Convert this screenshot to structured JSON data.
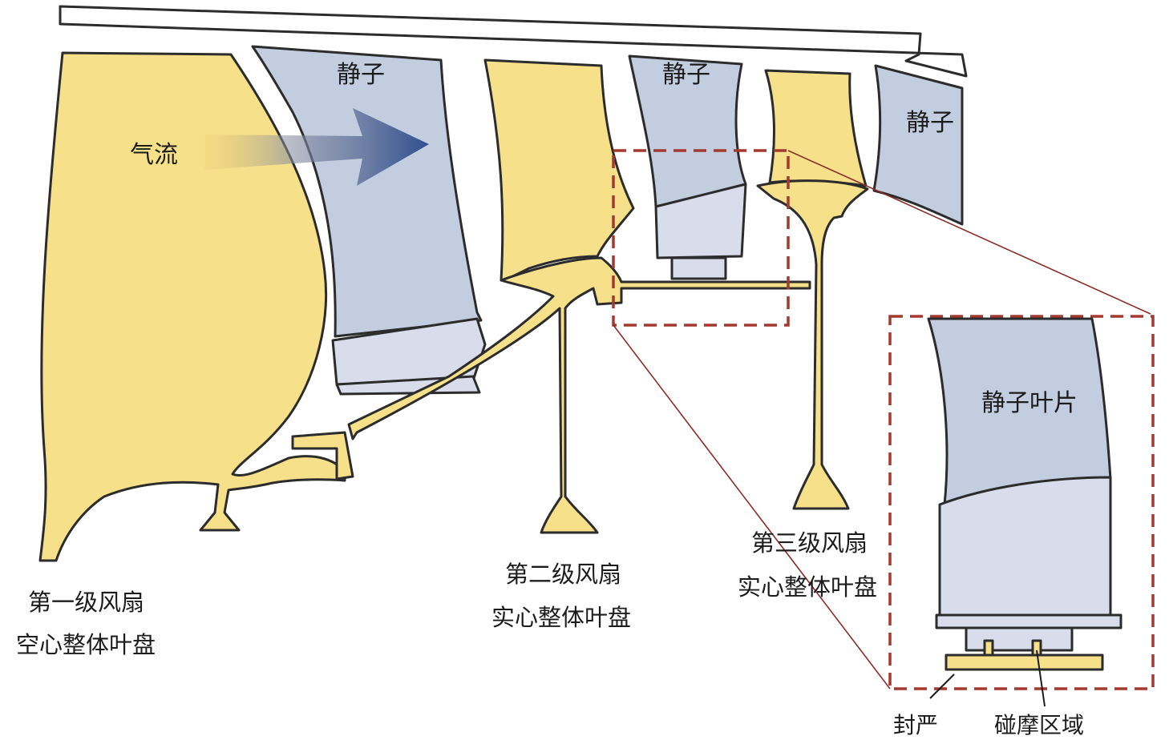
{
  "labels": {
    "airflow": "气流",
    "stator_1": "静子",
    "stator_2": "静子",
    "stator_3": "静子",
    "fan_stage1_line1": "第一级风扇",
    "fan_stage1_line2": "空心整体叶盘",
    "fan_stage2_line1": "第二级风扇",
    "fan_stage2_line2": "实心整体叶盘",
    "fan_stage3_line1": "第三级风扇",
    "fan_stage3_line2": "实心整体叶盘",
    "stator_blade": "静子叶片",
    "seal": "封严",
    "rub_zone": "碰摩区域"
  },
  "colors": {
    "rotor_yellow": "#f6e08a",
    "stator_blue": "#c3cde0",
    "stator_shroud_light": "#d9dcea",
    "airflow_arrow": "#2f4f8f",
    "highlight_dashed_red": "#a3392f",
    "outline": "#2c2c2c"
  }
}
